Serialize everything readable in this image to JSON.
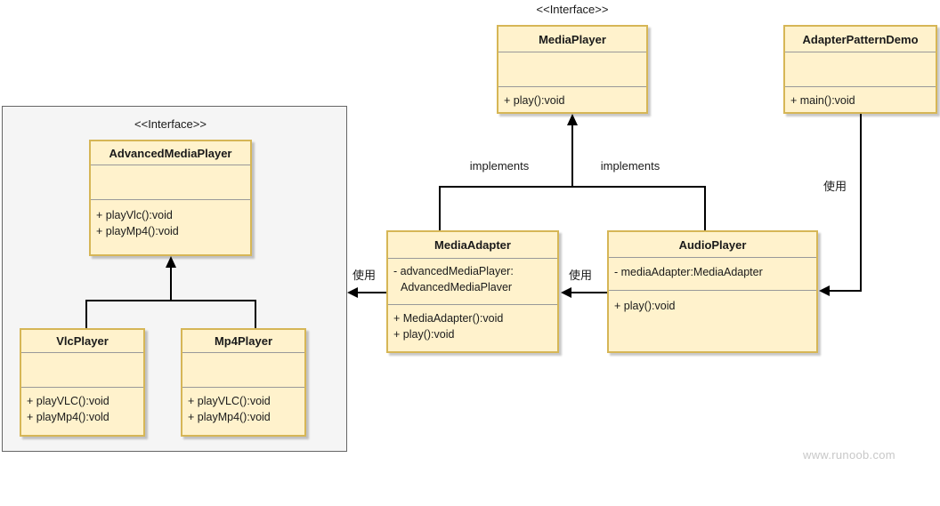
{
  "diagram": {
    "title_hint": "Adapter Pattern UML class diagram",
    "colors": {
      "class_fill": "#FFF2CC",
      "class_border": "#D6B656",
      "separator": "#999999",
      "group_fill": "#F5F5F5",
      "group_border": "#666666",
      "connector": "#000000",
      "watermark": "#C8C8C8"
    },
    "classes": {
      "media_player": {
        "stereotype": "<<Interface>>",
        "title": "MediaPlayer",
        "attributes": [],
        "methods": [
          "+ play():void"
        ]
      },
      "adapter_pattern_demo": {
        "title": "AdapterPatternDemo",
        "attributes": [],
        "methods": [
          "+ main():void"
        ]
      },
      "advanced_media_player": {
        "stereotype": "<<Interface>>",
        "title": "AdvancedMediaPlayer",
        "attributes": [],
        "methods": [
          "+ playVlc():void",
          "+ playMp4():void"
        ]
      },
      "vlc_player": {
        "title": "VlcPlayer",
        "attributes": [],
        "methods": [
          "+ playVLC():void",
          "+ playMp4():vold"
        ]
      },
      "mp4_player": {
        "title": "Mp4Player",
        "attributes": [],
        "methods": [
          "+ playVLC():void",
          "+ playMp4():void"
        ]
      },
      "media_adapter": {
        "title": "MediaAdapter",
        "attributes": [
          "- advancedMediaPlayer:",
          "AdvancedMediaPlaver"
        ],
        "methods": [
          "+ MediaAdapter():void",
          "+ play():void"
        ]
      },
      "audio_player": {
        "title": "AudioPlayer",
        "attributes": [
          "- mediaAdapter:MediaAdapter"
        ],
        "methods": [
          "+ play():void"
        ]
      }
    },
    "relations": {
      "mediaadapter_implements": "implements",
      "audioplayer_implements": "implements",
      "mediaadapter_uses": "使用",
      "audioplayer_uses": "使用",
      "demo_uses": "使用"
    },
    "watermark": "www.runoob.com"
  }
}
